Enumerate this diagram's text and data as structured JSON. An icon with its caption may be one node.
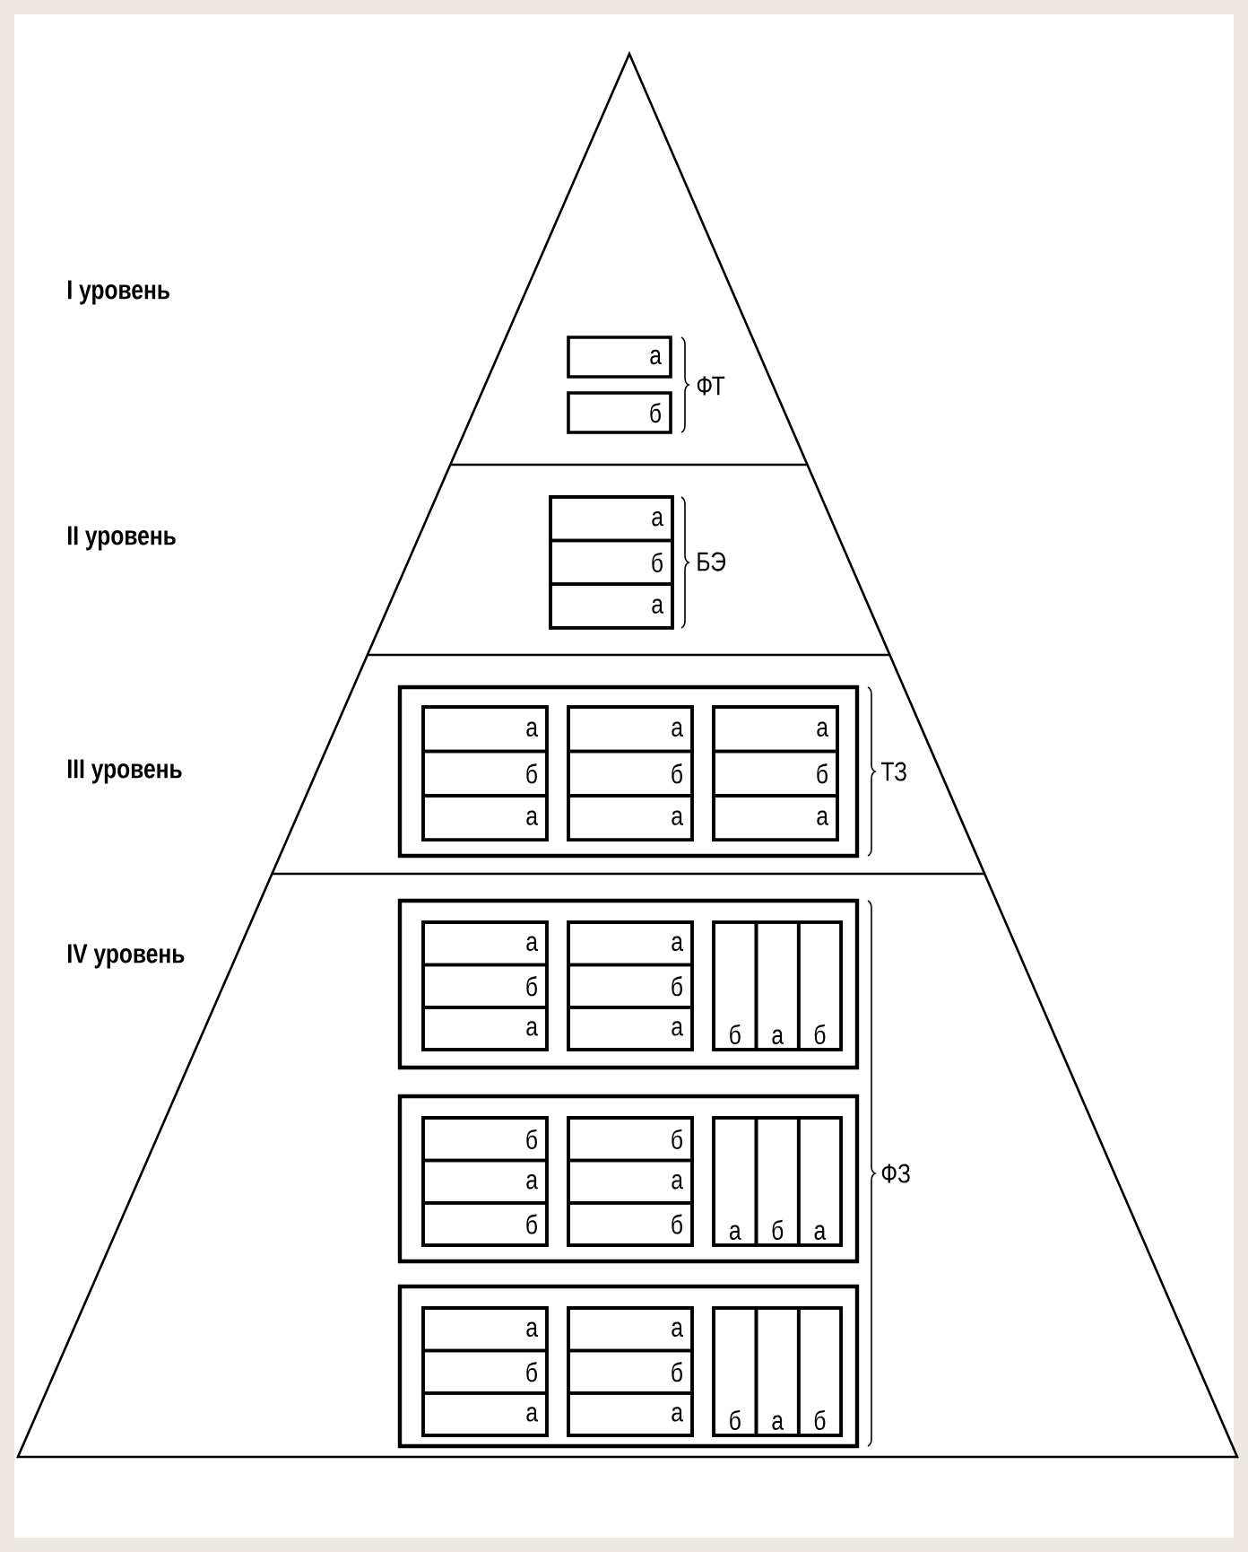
{
  "diagram": {
    "nodes": [
      {
        "text": [
          "а"
        ]
      },
      {
        "text": [
          "б"
        ]
      },
      {
        "text": [],
        "shape": "box"
      },
      {
        "text": [
          "а"
        ],
        "in": 2
      },
      {
        "text": [
          "б"
        ],
        "in": 2
      },
      {
        "text": [
          "а"
        ],
        "in": 2
      },
      {
        "text": [],
        "shape": "box"
      },
      {
        "text": [],
        "shape": "box",
        "in": 6
      },
      {
        "text": [
          "а"
        ],
        "in": 7
      },
      {
        "text": [
          "б"
        ],
        "in": 7
      },
      {
        "text": [
          "а"
        ],
        "in": 7
      },
      {
        "text": [],
        "shape": "box",
        "in": 6
      },
      {
        "text": [
          "а"
        ],
        "in": 11
      },
      {
        "text": [
          "б"
        ],
        "in": 11
      },
      {
        "text": [
          "а"
        ],
        "in": 11
      },
      {
        "text": [],
        "shape": "box",
        "in": 6
      },
      {
        "text": [
          "а"
        ],
        "in": 15
      },
      {
        "text": [
          "б"
        ],
        "in": 15
      },
      {
        "text": [
          "а"
        ],
        "in": 15
      },
      {
        "text": [],
        "shape": "box"
      },
      {
        "text": [],
        "shape": "box",
        "in": 19
      },
      {
        "text": [
          "а"
        ],
        "in": 20
      },
      {
        "text": [
          "б"
        ],
        "in": 20
      },
      {
        "text": [
          "а"
        ],
        "in": 20
      },
      {
        "text": [],
        "shape": "box",
        "in": 19
      },
      {
        "text": [
          "а"
        ],
        "in": 24
      },
      {
        "text": [
          "б"
        ],
        "in": 24
      },
      {
        "text": [
          "а"
        ],
        "in": 24
      },
      {
        "text": [],
        "shape": "box",
        "in": 19
      },
      {
        "text": [
          "б"
        ],
        "in": 28
      },
      {
        "text": [
          "а"
        ],
        "in": 28
      },
      {
        "text": [
          "б"
        ],
        "in": 28
      },
      {
        "text": [],
        "shape": "box"
      },
      {
        "text": [],
        "shape": "box",
        "in": 32
      },
      {
        "text": [
          "б"
        ],
        "in": 33
      },
      {
        "text": [
          "а"
        ],
        "in": 33
      },
      {
        "text": [
          "б"
        ],
        "in": 33
      },
      {
        "text": [],
        "shape": "box",
        "in": 32
      },
      {
        "text": [
          "б"
        ],
        "in": 37
      },
      {
        "text": [
          "а"
        ],
        "in": 37
      },
      {
        "text": [
          "б"
        ],
        "in": 37
      },
      {
        "text": [],
        "shape": "box",
        "in": 32
      },
      {
        "text": [
          "а"
        ],
        "in": 41
      },
      {
        "text": [
          "б"
        ],
        "in": 41
      },
      {
        "text": [
          "а"
        ],
        "in": 41
      },
      {
        "text": [],
        "shape": "box"
      },
      {
        "text": [],
        "shape": "box",
        "in": 45
      },
      {
        "text": [
          "а"
        ],
        "in": 46
      },
      {
        "text": [
          "б"
        ],
        "in": 46
      },
      {
        "text": [
          "а"
        ],
        "in": 46
      },
      {
        "text": [],
        "shape": "box",
        "in": 45
      },
      {
        "text": [
          "а"
        ],
        "in": 50
      },
      {
        "text": [
          "б"
        ],
        "in": 50
      },
      {
        "text": [
          "а"
        ],
        "in": 50
      },
      {
        "text": [],
        "shape": "box",
        "in": 45
      },
      {
        "text": [
          "б"
        ],
        "in": 54
      },
      {
        "text": [
          "а"
        ],
        "in": 54
      },
      {
        "text": [
          "б"
        ],
        "in": 54
      }
    ],
    "labels": [
      "I уровень",
      "ФТ",
      "II уровень",
      "БЭ",
      "III уровень",
      "ТЗ",
      "IV уровень",
      "ФЗ"
    ]
  }
}
